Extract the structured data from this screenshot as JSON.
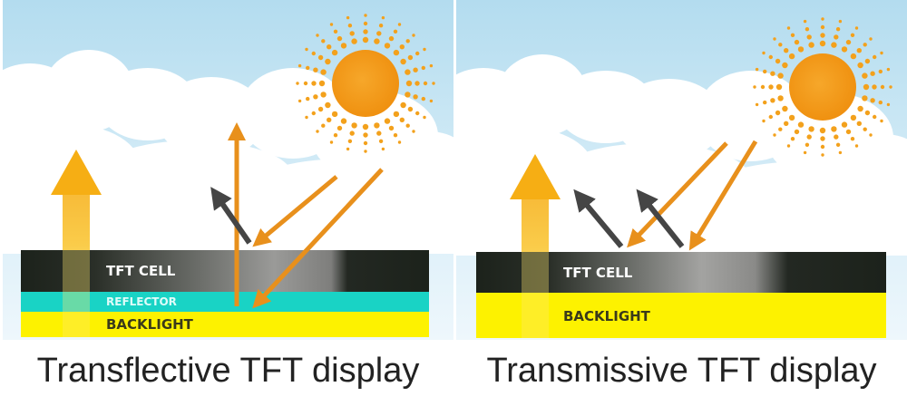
{
  "colors": {
    "sky": "#bfe3f2",
    "sun": "#f39c12",
    "light_ray": "#e8901c",
    "reflected_ray": "#454545",
    "tft_cell": "#1e231c",
    "reflector": "#19d3c5",
    "backlight": "#fdf200",
    "backlight_arrow": "#f7b81a"
  },
  "panels": [
    {
      "id": "transflective",
      "layers": {
        "tft_cell": "TFT CELL",
        "reflector": "REFLECTOR",
        "backlight": "BACKLIGHT"
      },
      "caption": "Transflective TFT display"
    },
    {
      "id": "transmissive",
      "layers": {
        "tft_cell": "TFT CELL",
        "backlight": "BACKLIGHT"
      },
      "caption": "Transmissive TFT display"
    }
  ]
}
